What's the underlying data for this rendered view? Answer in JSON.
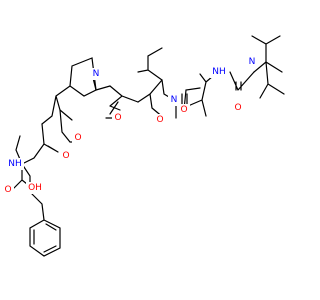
{
  "colors": {
    "bond": "#000000",
    "carbon": "#000000",
    "oxygen": "#ff0000",
    "nitrogen": "#0000ff",
    "background": "#ffffff"
  },
  "atom_labels": [
    {
      "id": "n_nme2",
      "text": "N",
      "element": "N"
    },
    {
      "id": "nh_val",
      "text": "NH",
      "element": "N"
    },
    {
      "id": "o_val",
      "text": "O",
      "element": "O"
    },
    {
      "id": "o_dmv",
      "text": "O",
      "element": "O"
    },
    {
      "id": "n_nme",
      "text": "N",
      "element": "N"
    },
    {
      "id": "o_ome2",
      "text": "O",
      "element": "O"
    },
    {
      "id": "o_acyl",
      "text": "O",
      "element": "O"
    },
    {
      "id": "n_pyr",
      "text": "N",
      "element": "N"
    },
    {
      "id": "o_ome1",
      "text": "O",
      "element": "O"
    },
    {
      "id": "o_amide",
      "text": "O",
      "element": "O"
    },
    {
      "id": "nh_phe",
      "text": "NH",
      "element": "N"
    },
    {
      "id": "o_carbonyl",
      "text": "O",
      "element": "O"
    },
    {
      "id": "oh",
      "text": "OH",
      "element": "O"
    }
  ]
}
